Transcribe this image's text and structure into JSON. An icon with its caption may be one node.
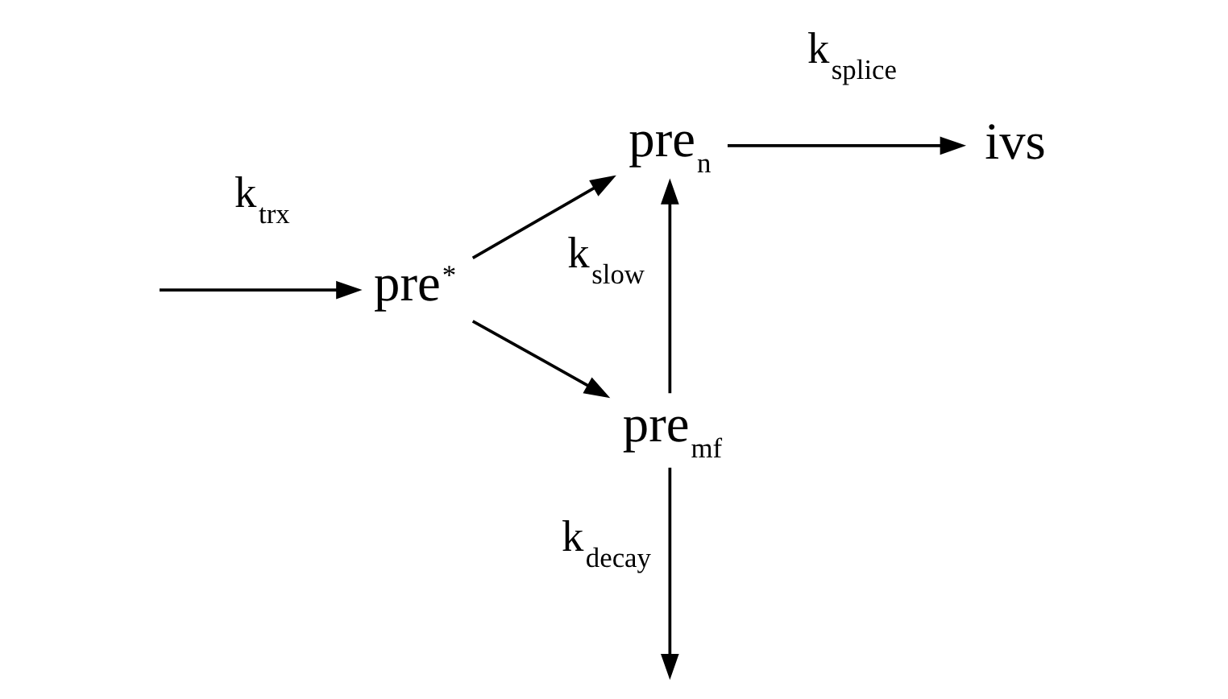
{
  "diagram": {
    "nodes": [
      {
        "text": [
          "pre$^{*}$"
        ]
      },
      {
        "text": [
          "pre$_{n}$"
        ]
      },
      {
        "text": [
          "ivs"
        ]
      },
      {
        "text": [
          "pre$_{mf}$"
        ]
      }
    ],
    "edges": [
      {
        "from": null,
        "to": 0,
        "arrow": "to",
        "label": "k$_{trx}$"
      },
      {
        "from": 0,
        "to": 1,
        "arrow": "to"
      },
      {
        "from": 0,
        "to": 3,
        "arrow": "to"
      },
      {
        "from": 1,
        "to": 2,
        "arrow": "to",
        "label": "k$_{splice}$"
      },
      {
        "from": 3,
        "to": 1,
        "arrow": "to",
        "label": "k$_{slow}$"
      },
      {
        "from": 3,
        "to": null,
        "arrow": "to",
        "label": "k$_{decay}$"
      }
    ]
  }
}
